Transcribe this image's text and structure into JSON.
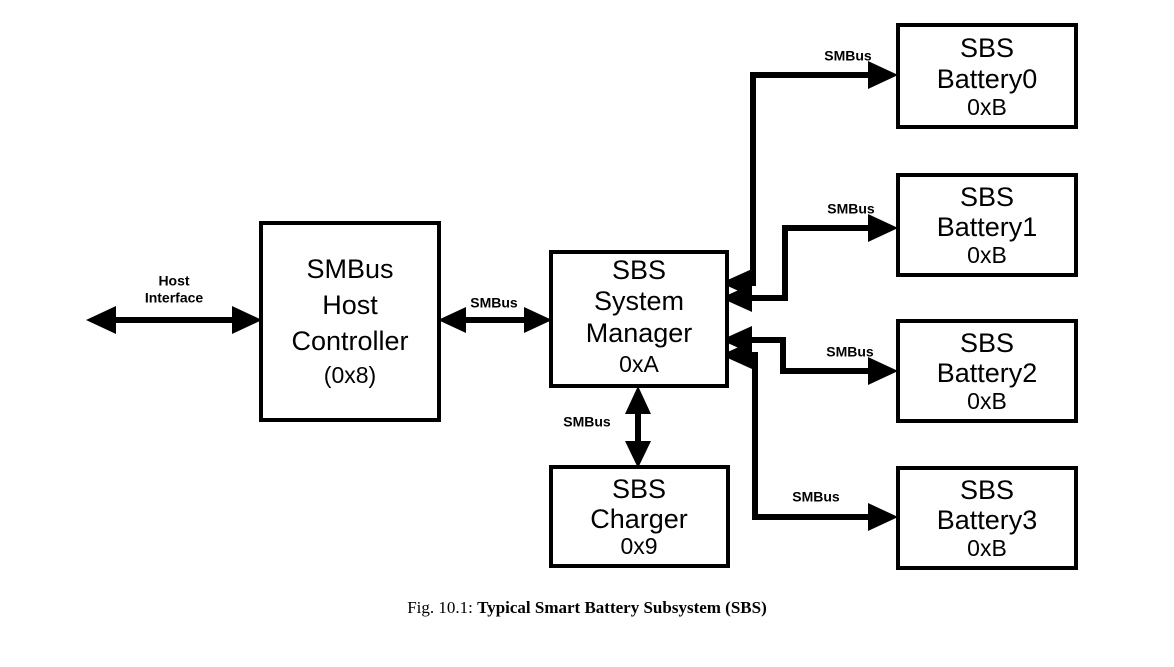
{
  "figure": {
    "caption_label": "Fig. 10.1:",
    "caption_title": "Typical Smart Battery Subsystem (SBS)",
    "background_color": "#ffffff",
    "line_color": "#000000"
  },
  "blocks": {
    "host_controller": {
      "line1": "SMBus",
      "line2": "Host",
      "line3": "Controller",
      "address": "(0x8)"
    },
    "system_manager": {
      "line1": "SBS",
      "line2": "System",
      "line3": "Manager",
      "address": "0xA"
    },
    "charger": {
      "line1": "SBS",
      "line2": "Charger",
      "address": "0x9"
    },
    "batteries": [
      {
        "line1": "SBS",
        "line2": "Battery0",
        "address": "0xB"
      },
      {
        "line1": "SBS",
        "line2": "Battery1",
        "address": "0xB"
      },
      {
        "line1": "SBS",
        "line2": "Battery2",
        "address": "0xB"
      },
      {
        "line1": "SBS",
        "line2": "Battery3",
        "address": "0xB"
      }
    ]
  },
  "connections": {
    "host_interface_line1": "Host",
    "host_interface_line2": "Interface",
    "host_to_manager": "SMBus",
    "manager_to_charger": "SMBus",
    "manager_to_battery0": "SMBus",
    "manager_to_battery1": "SMBus",
    "manager_to_battery2": "SMBus",
    "manager_to_battery3": "SMBus"
  }
}
